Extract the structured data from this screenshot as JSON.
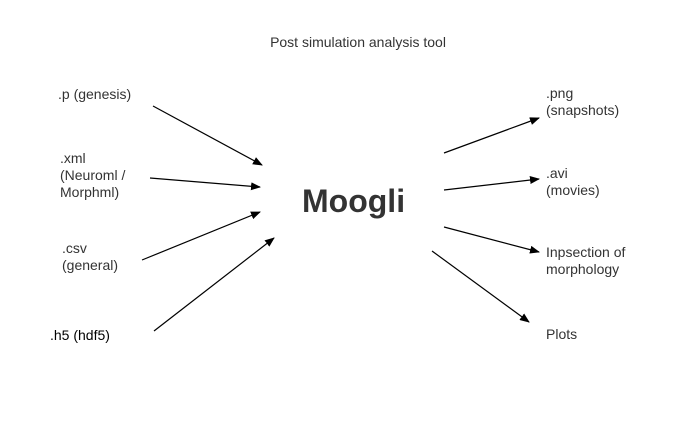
{
  "title": "Post simulation analysis tool",
  "center_label": "Moogli",
  "inputs": [
    {
      "label": ".p (genesis)"
    },
    {
      "label": ".xml\n(Neuroml /\nMorphml)"
    },
    {
      "label": ".csv\n(general)"
    },
    {
      "label": ".h5 (hdf5)"
    }
  ],
  "outputs": [
    {
      "label": ".png\n(snapshots)"
    },
    {
      "label": ".avi\n(movies)"
    },
    {
      "label": "Inpsection of\nmorphology"
    },
    {
      "label": "Plots"
    }
  ],
  "colors": {
    "text": "#333333",
    "arrow": "#000000",
    "background": "#ffffff"
  }
}
